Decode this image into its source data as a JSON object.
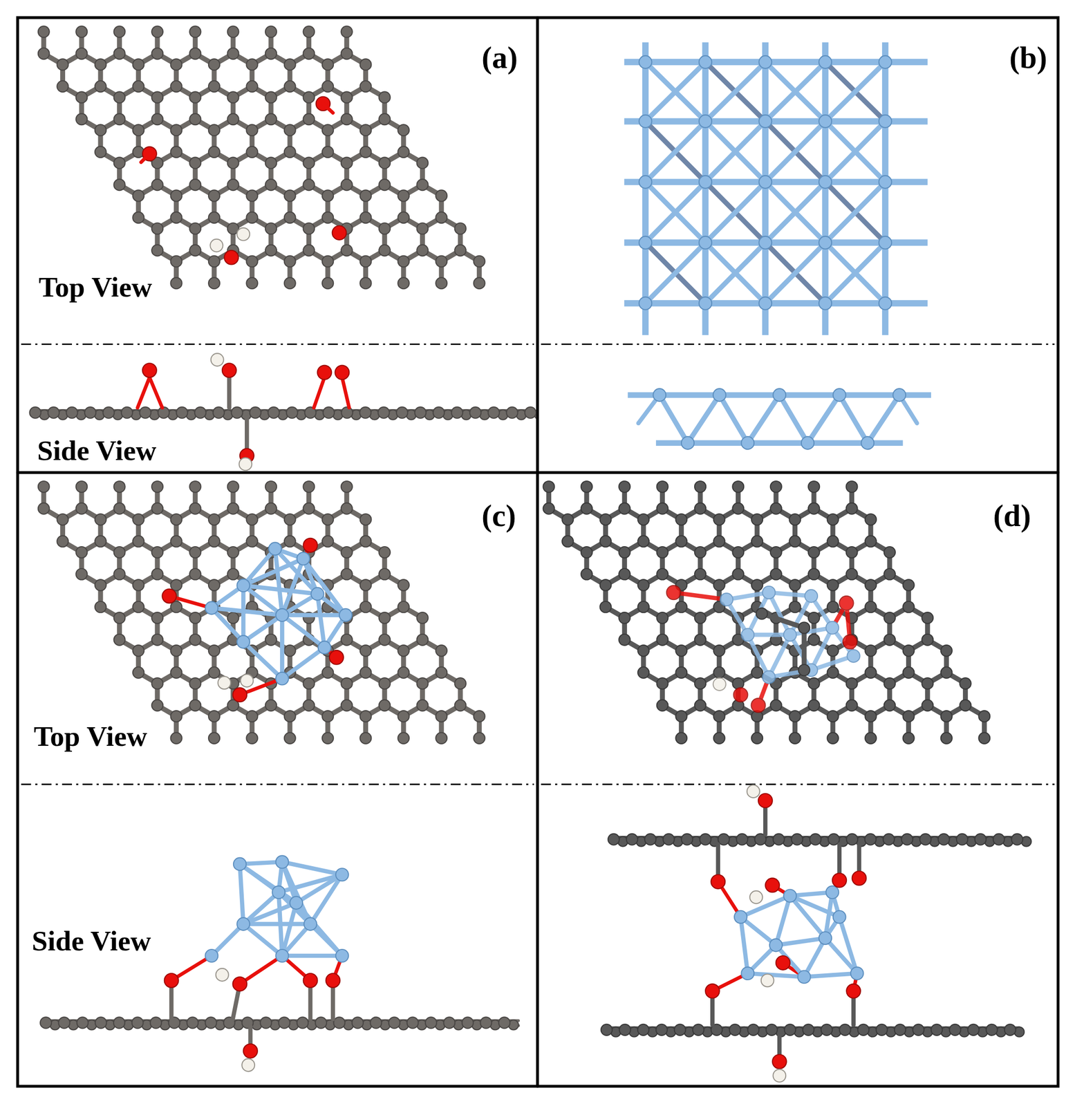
{
  "diagram": {
    "labels": [
      "(a)",
      "Top View",
      "Side View",
      "(b)",
      "(c)",
      "Top View",
      "Side View",
      "(d)"
    ]
  }
}
